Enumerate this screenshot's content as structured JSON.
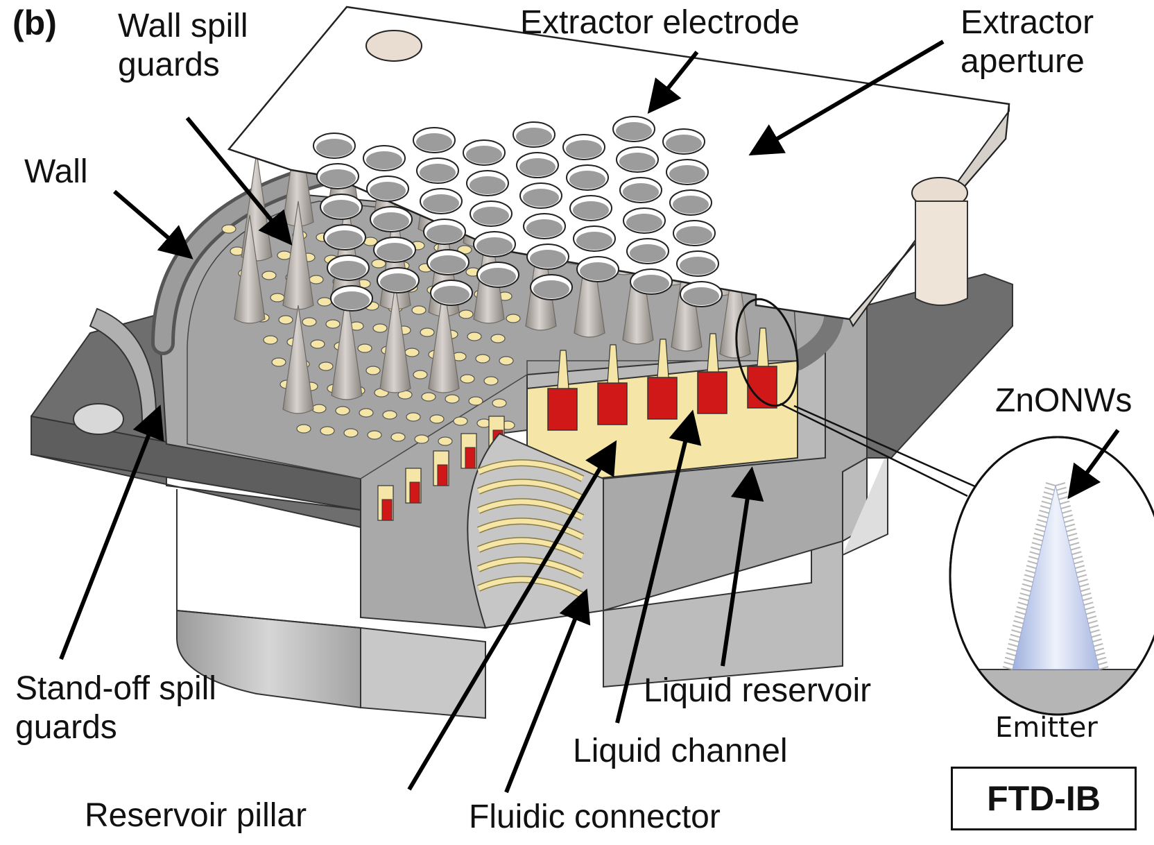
{
  "panel_label": "(b)",
  "labels": {
    "wall_spill_guards": "Wall spill\nguards",
    "extractor_electrode": "Extractor electrode",
    "extractor_aperture": "Extractor\naperture",
    "wall": "Wall",
    "znonws": "ZnONWs",
    "emitter": "Emitter",
    "stand_off_spill_guards": "Stand-off spill\nguards",
    "liquid_reservoir": "Liquid reservoir",
    "liquid_channel": "Liquid channel",
    "reservoir_pillar": "Reservoir pillar",
    "fluidic_connector": "Fluidic connector",
    "device_name": "FTD-IB"
  },
  "colors": {
    "body_gray": "#bdbdbd",
    "dark_gray": "#6f6f6f",
    "plate": "#ffffff",
    "emitter_cone": "#a8a29c",
    "channel_yellow": "#f5e6a8",
    "reservoir_red": "#d01818",
    "nanowire_blue": "#c9d3ee"
  }
}
